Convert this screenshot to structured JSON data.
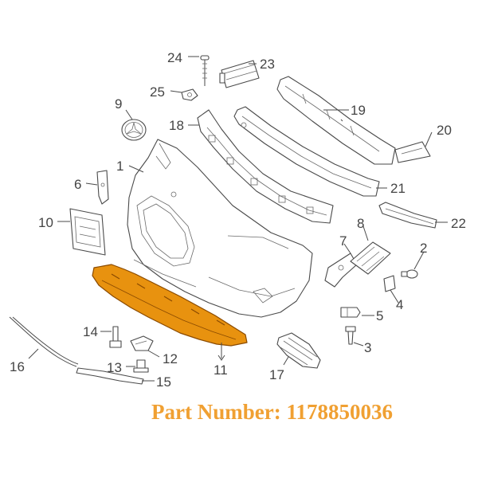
{
  "diagram": {
    "callouts": [
      "1",
      "2",
      "3",
      "4",
      "5",
      "6",
      "7",
      "8",
      "9",
      "10",
      "11",
      "12",
      "13",
      "14",
      "15",
      "16",
      "17",
      "18",
      "19",
      "20",
      "21",
      "22",
      "23",
      "24",
      "25"
    ]
  },
  "footer": {
    "part_number": "Part Number: 1178850036"
  },
  "colors": {
    "highlight_part": "#e8920f",
    "highlight_stroke": "#8a4a00",
    "part_number_text": "#f0a032",
    "line": "#4a4a4a"
  }
}
